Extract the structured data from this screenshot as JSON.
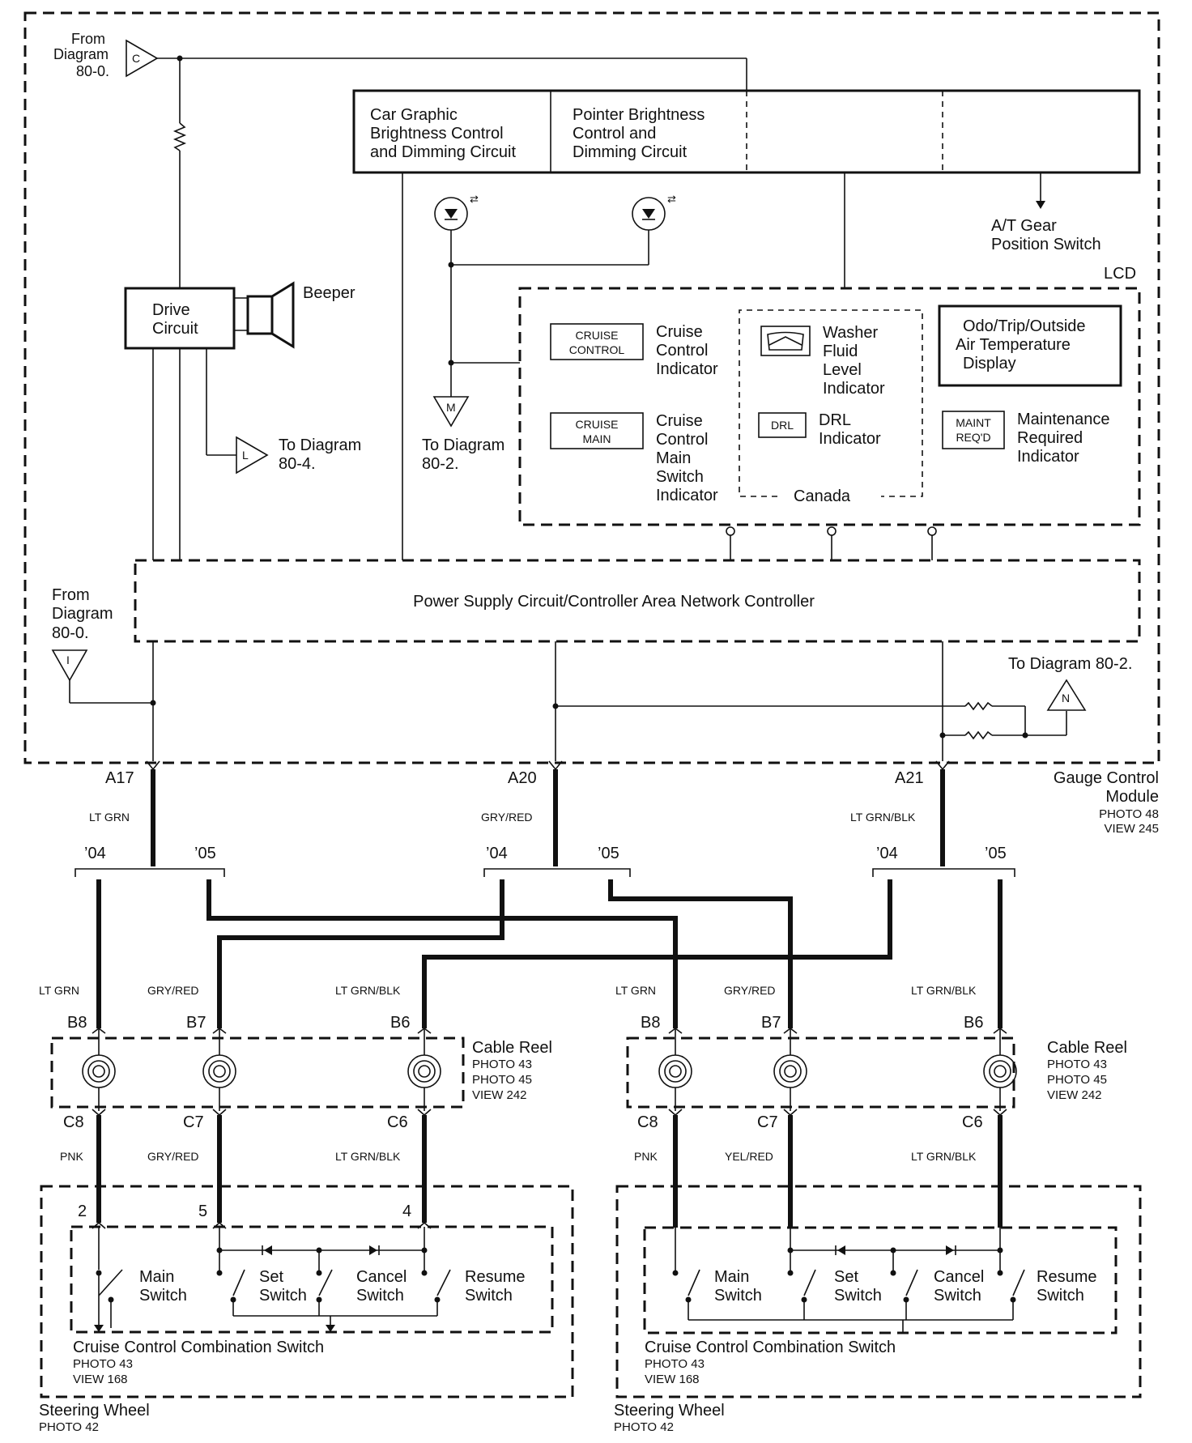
{
  "labels": {
    "from_c_1": "From",
    "from_c_2": "Diagram",
    "from_c_3": "80-0.",
    "conn_c": "C",
    "car_graphic_1": "Car Graphic",
    "car_graphic_2": "Brightness Control",
    "car_graphic_3": "and Dimming Circuit",
    "pointer_1": "Pointer Brightness",
    "pointer_2": "Control and",
    "pointer_3": "Dimming Circuit",
    "at_gear_1": "A/T Gear",
    "at_gear_2": "Position Switch",
    "lcd": "LCD",
    "drive_1": "Drive",
    "drive_2": "Circuit",
    "beeper": "Beeper",
    "to_l_1": "To Diagram",
    "to_l_2": "80-4.",
    "conn_l": "L",
    "to_m_1": "To Diagram",
    "to_m_2": "80-2.",
    "conn_m": "M",
    "cruise_control_badge_1": "CRUISE",
    "cruise_control_badge_2": "CONTROL",
    "cc_ind_1": "Cruise",
    "cc_ind_2": "Control",
    "cc_ind_3": "Indicator",
    "cruise_main_badge_1": "CRUISE",
    "cruise_main_badge_2": "MAIN",
    "ccm_ind_1": "Cruise",
    "ccm_ind_2": "Control",
    "ccm_ind_3": "Main",
    "ccm_ind_4": "Switch",
    "ccm_ind_5": "Indicator",
    "washer_1": "Washer",
    "washer_2": "Fluid",
    "washer_3": "Level",
    "washer_4": "Indicator",
    "drl_badge": "DRL",
    "drl_1": "DRL",
    "drl_2": "Indicator",
    "canada": "Canada",
    "odo_1": "Odo/Trip/Outside",
    "odo_2": "Air Temperature",
    "odo_3": "Display",
    "maint_badge_1": "MAINT",
    "maint_badge_2": "REQ'D",
    "maint_1": "Maintenance",
    "maint_2": "Required",
    "maint_3": "Indicator",
    "power_supply": "Power Supply Circuit/Controller Area Network Controller",
    "from_i_1": "From",
    "from_i_2": "Diagram",
    "from_i_3": "80-0.",
    "conn_i": "I",
    "to_n": "To Diagram 80-2.",
    "conn_n": "N",
    "gcm_1": "Gauge Control",
    "gcm_2": "Module",
    "gcm_3": "PHOTO 48",
    "gcm_4": "VIEW 245"
  },
  "pins": {
    "a17": "A17",
    "a20": "A20",
    "a21": "A21",
    "b8": "B8",
    "b7": "B7",
    "b6": "B6",
    "c8": "C8",
    "c7": "C7",
    "c6": "C6",
    "p2": "2",
    "p5": "5",
    "p4": "4"
  },
  "wires": {
    "lt_grn": "LT GRN",
    "gry_red": "GRY/RED",
    "lt_grn_blk": "LT GRN/BLK",
    "pnk": "PNK",
    "yel_red": "YEL/RED"
  },
  "years": {
    "y04": "’04",
    "y05": "’05"
  },
  "cable_reel": {
    "title": "Cable Reel",
    "photo1": "PHOTO 43",
    "photo2": "PHOTO 45",
    "view": "VIEW 242"
  },
  "switches": {
    "main_1": "Main",
    "main_2": "Switch",
    "set_1": "Set",
    "set_2": "Switch",
    "cancel_1": "Cancel",
    "cancel_2": "Switch",
    "resume_1": "Resume",
    "resume_2": "Switch",
    "combo_title": "Cruise Control Combination Switch",
    "combo_photo": "PHOTO 43",
    "combo_view": "VIEW 168",
    "wheel_title": "Steering Wheel",
    "wheel_photo": "PHOTO 42"
  }
}
